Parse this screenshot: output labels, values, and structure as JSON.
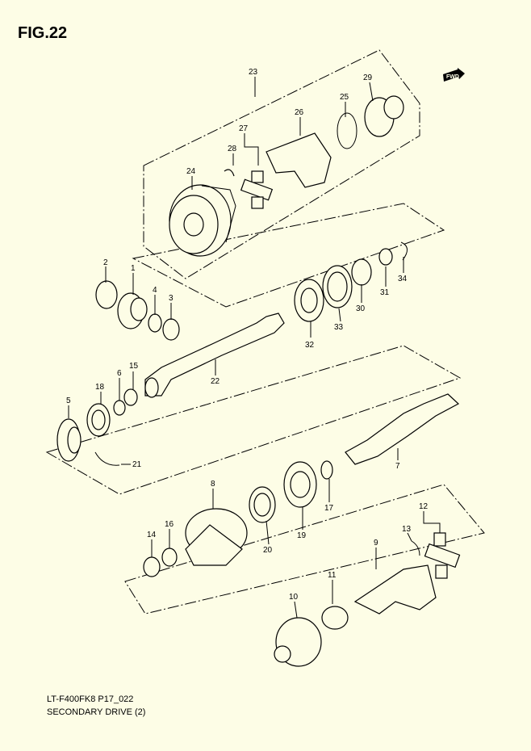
{
  "figure": {
    "title": "FIG.22",
    "code": "LT-F400FK8 P17_022",
    "name": "SECONDARY DRIVE (2)"
  },
  "fwd": {
    "label": "FWD"
  },
  "callouts": [
    "1",
    "2",
    "3",
    "4",
    "5",
    "6",
    "7",
    "8",
    "9",
    "10",
    "11",
    "12",
    "13",
    "14",
    "15",
    "16",
    "17",
    "18",
    "19",
    "20",
    "21",
    "22",
    "23",
    "24",
    "25",
    "26",
    "27",
    "28",
    "29",
    "30",
    "31",
    "32",
    "33",
    "34"
  ]
}
